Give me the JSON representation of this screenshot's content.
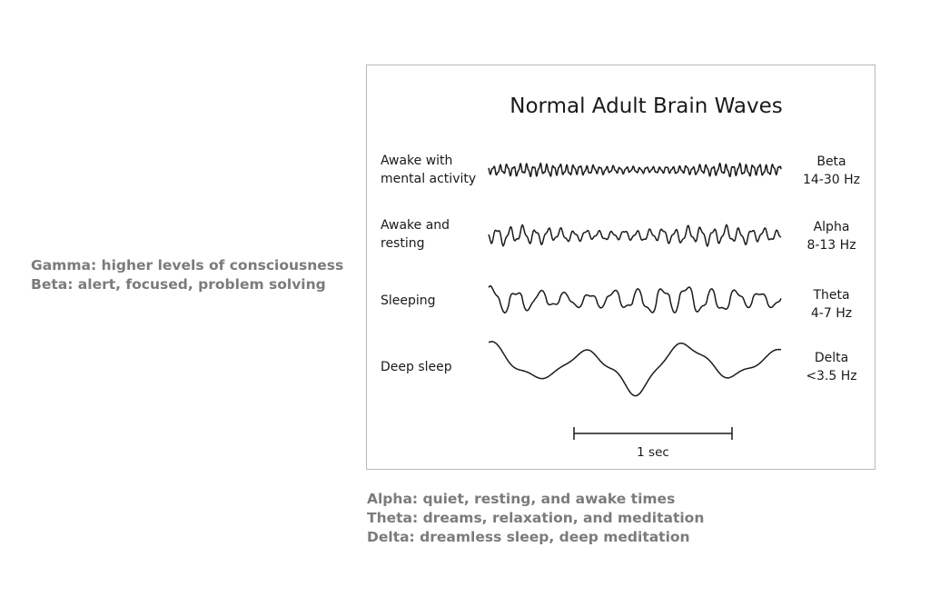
{
  "captions": {
    "left": [
      "Gamma: higher levels of consciousness",
      "Beta: alert, focused, problem solving"
    ],
    "bottom": [
      "Alpha: quiet, resting, and awake times",
      "Theta: dreams, relaxation, and meditation",
      "Delta: dreamless sleep, deep meditation"
    ]
  },
  "figure": {
    "title": "Normal Adult Brain Waves",
    "rows": [
      {
        "state": "Awake with\nmental activity",
        "band": "Beta",
        "range": "14-30 Hz",
        "wave_cycles": 44,
        "amplitude": "small"
      },
      {
        "state": "Awake and\nresting",
        "band": "Alpha",
        "range": "8-13 Hz",
        "wave_cycles": 23,
        "amplitude": "medium"
      },
      {
        "state": "Sleeping",
        "band": "Theta",
        "range": "4-7 Hz",
        "wave_cycles": 12,
        "amplitude": "large"
      },
      {
        "state": "Deep sleep",
        "band": "Delta",
        "range": "<3.5 Hz",
        "wave_cycles": 3,
        "amplitude": "very large"
      }
    ],
    "scale_bar": {
      "label": "1 sec"
    }
  },
  "colors": {
    "caption": "#7b7b7b",
    "ink": "#1a1a1a",
    "border": "#b9b9b9"
  }
}
